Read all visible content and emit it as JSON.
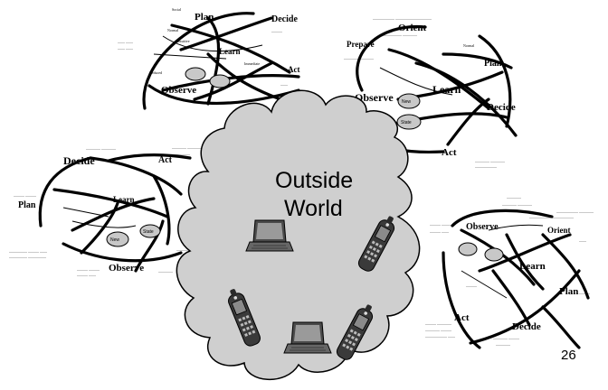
{
  "cloud": {
    "line1": "Outside",
    "line2": "World"
  },
  "page_number": "26",
  "colors": {
    "cloud_fill": "#cfcfcf",
    "device_dark": "#333333",
    "screen": "#8a8a8a"
  },
  "devices": [
    "phone-icon",
    "laptop-icon"
  ],
  "diagrams": {
    "top_left": {
      "observe": "Observe",
      "plan": "Plan",
      "decide": "Decide",
      "learn": "Learn",
      "act": "Act",
      "notes": [
        "Social",
        "Normal",
        "Intuitive",
        "Immediate",
        "Reduced"
      ]
    },
    "top_right": {
      "observe": "Observe",
      "learn": "Learn",
      "plan": "Plan",
      "decide": "Decide",
      "act": "Act",
      "orient": "Orient",
      "prepare": "Prepare",
      "new": "New",
      "state": "State",
      "normal": "Normal"
    },
    "left": {
      "decide": "Decide",
      "plan": "Plan",
      "act": "Act",
      "learn": "Learn",
      "observe": "Observe",
      "new": "New",
      "state": "State"
    },
    "bottom_right": {
      "observe": "Observe",
      "orient": "Orient",
      "learn": "Learn",
      "plan": "Plan",
      "decide": "Decide",
      "act": "Act"
    }
  }
}
